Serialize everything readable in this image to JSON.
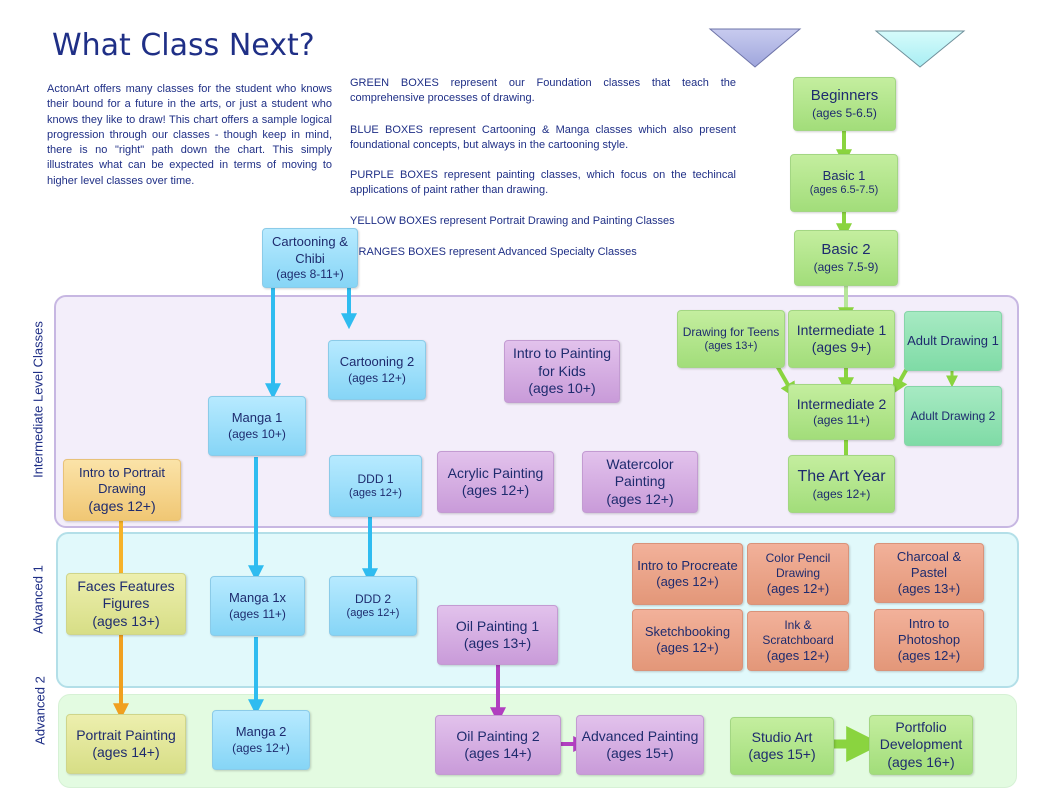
{
  "title": "What Class Next?",
  "intro": "ActonArt offers many classes for the student who knows their bound for a future in the arts, or just a student who knows they like to draw! This chart offers a sample logical progression through our classes - though keep in mind, there is no \"right\" path down the chart. This simply illustrates what can be expected in terms of moving to higher level classes over time.",
  "legend": {
    "green": "GREEN BOXES represent our Foundation classes that teach the comprehensive processes of drawing.",
    "blue": "BLUE BOXES represent Cartooning & Manga classes which also present foundational concepts, but always in the cartooning style.",
    "purple": "PURPLE BOXES represent painting classes, which focus on the techincal applications of paint rather than drawing.",
    "yellow": "YELLOW BOXES represent Portrait Drawing and Painting Classes",
    "orange": "ORANGES BOXES represent Advanced Specialty Classes"
  },
  "sections": {
    "intermediate": "Intermediate Level Classes",
    "advanced1": "Advanced 1",
    "advanced2": "Advanced 2"
  },
  "classes": {
    "beginners": {
      "title": "Beginners",
      "ages": "(ages 5-6.5)"
    },
    "basic1": {
      "title": "Basic 1",
      "ages": "(ages 6.5-7.5)"
    },
    "basic2": {
      "title": "Basic 2",
      "ages": "(ages 7.5-9)"
    },
    "drawing_teens": {
      "title": "Drawing for Teens",
      "ages": "(ages 13+)"
    },
    "intermediate1": {
      "title": "Intermediate 1",
      "ages": "(ages 9+)"
    },
    "adult_drawing1": {
      "title": "Adult Drawing 1",
      "ages": ""
    },
    "intermediate2": {
      "title": "Intermediate 2",
      "ages": "(ages 11+)"
    },
    "adult_drawing2": {
      "title": "Adult Drawing 2",
      "ages": ""
    },
    "art_year": {
      "title": "The Art Year",
      "ages": "(ages 12+)"
    },
    "cartooning_chibi": {
      "title": "Cartooning & Chibi",
      "ages": "(ages 8-11+)"
    },
    "cartooning2": {
      "title": "Cartooning 2",
      "ages": "(ages 12+)"
    },
    "manga1": {
      "title": "Manga 1",
      "ages": "(ages 10+)"
    },
    "ddd1": {
      "title": "DDD 1",
      "ages": "(ages 12+)"
    },
    "manga1x": {
      "title": "Manga 1x",
      "ages": "(ages 11+)"
    },
    "ddd2": {
      "title": "DDD 2",
      "ages": "(ages 12+)"
    },
    "manga2": {
      "title": "Manga 2",
      "ages": "(ages 12+)"
    },
    "intro_painting_kids": {
      "title": "Intro to Painting for Kids",
      "ages": "(ages 10+)"
    },
    "acrylic": {
      "title": "Acrylic Painting",
      "ages": "(ages 12+)"
    },
    "watercolor": {
      "title": "Watercolor Painting",
      "ages": "(ages 12+)"
    },
    "oil1": {
      "title": "Oil Painting 1",
      "ages": "(ages 13+)"
    },
    "oil2": {
      "title": "Oil Painting 2",
      "ages": "(ages 14+)"
    },
    "advanced_painting": {
      "title": "Advanced Painting",
      "ages": "(ages 15+)"
    },
    "intro_portrait": {
      "title": "Intro to Portrait Drawing",
      "ages": "(ages 12+)"
    },
    "faces": {
      "title": "Faces Features Figures",
      "ages": "(ages 13+)"
    },
    "portrait_painting": {
      "title": "Portrait Painting",
      "ages": "(ages 14+)"
    },
    "procreate": {
      "title": "Intro to Procreate",
      "ages": "(ages 12+)"
    },
    "color_pencil": {
      "title": "Color Pencil Drawing",
      "ages": "(ages 12+)"
    },
    "charcoal": {
      "title": "Charcoal & Pastel",
      "ages": "(ages 13+)"
    },
    "sketchbooking": {
      "title": "Sketchbooking",
      "ages": "(ages 12+)"
    },
    "ink": {
      "title": "Ink & Scratchboard",
      "ages": "(ages 12+)"
    },
    "photoshop": {
      "title": "Intro to Photoshop",
      "ages": "(ages 12+)"
    },
    "studio_art": {
      "title": "Studio Art",
      "ages": "(ages 15+)"
    },
    "portfolio": {
      "title": "Portfolio Development",
      "ages": "(ages 16+)"
    }
  },
  "colors": {
    "green": "#a2dd7a",
    "blue": "#86d5f6",
    "purple": "#c99bd9",
    "orange": "#e39779",
    "yellow": "#f0c774",
    "text": "#1f2f86"
  }
}
